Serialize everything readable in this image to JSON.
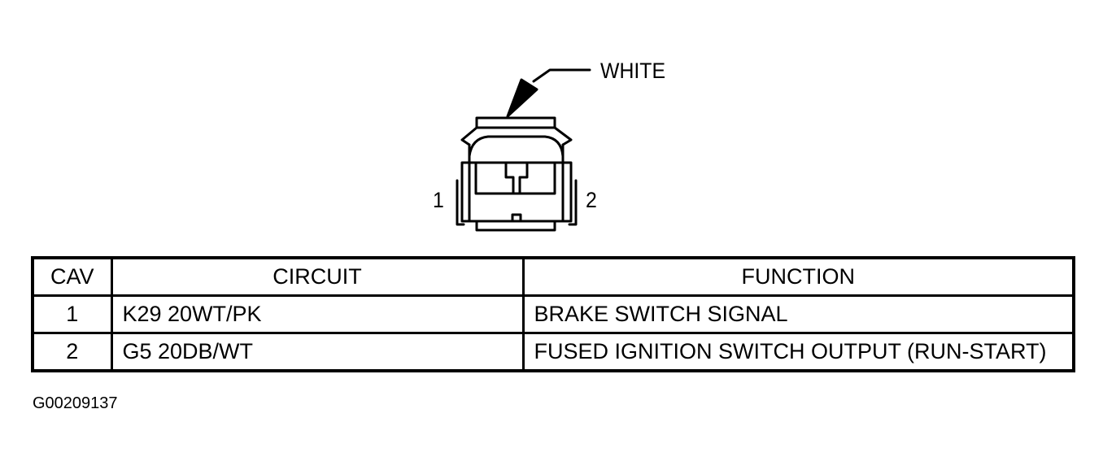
{
  "connector": {
    "color_label": "WHITE",
    "pins": [
      "1",
      "2"
    ]
  },
  "table": {
    "headers": [
      "CAV",
      "CIRCUIT",
      "FUNCTION"
    ],
    "rows": [
      {
        "cav": "1",
        "circuit": "K29 20WT/PK",
        "function": "BRAKE SWITCH SIGNAL"
      },
      {
        "cav": "2",
        "circuit": "G5 20DB/WT",
        "function": "FUSED IGNITION SWITCH OUTPUT (RUN-START)"
      }
    ]
  },
  "figure_id": "G00209137"
}
